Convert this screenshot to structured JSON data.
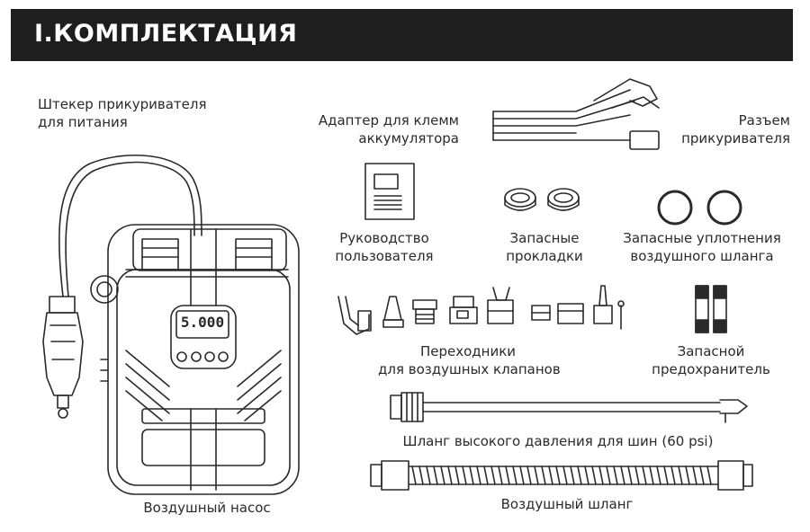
{
  "header": {
    "title": "I.КОМПЛЕКТАЦИЯ"
  },
  "items": {
    "plug": {
      "line1": "Штекер прикуривателя",
      "line2": "для питания"
    },
    "clamps_adapter": {
      "line1": "Адаптер для клемм",
      "line2": "аккумулятора"
    },
    "socket": {
      "line1": "Разъем",
      "line2": "прикуривателя"
    },
    "manual": {
      "line1": "Руководство",
      "line2": "пользователя"
    },
    "gaskets": {
      "line1": "Запасные",
      "line2": "прокладки"
    },
    "seals": {
      "line1": "Запасные уплотнения",
      "line2": "воздушного шланга"
    },
    "adapters": {
      "line1": "Переходники",
      "line2": "для воздушных клапанов"
    },
    "fuse": {
      "line1": "Запасной",
      "line2": "предохранитель"
    },
    "hp_hose": {
      "label": "Шланг высокого давления для шин (60 psi)"
    },
    "air_hose": {
      "label": "Воздушный шланг"
    },
    "pump": {
      "label": "Воздушный насос"
    }
  },
  "pump_display": {
    "readout": "5.000"
  },
  "colors": {
    "header_bg": "#1e1e1e",
    "line": "#2a2a2a",
    "background": "#ffffff"
  }
}
